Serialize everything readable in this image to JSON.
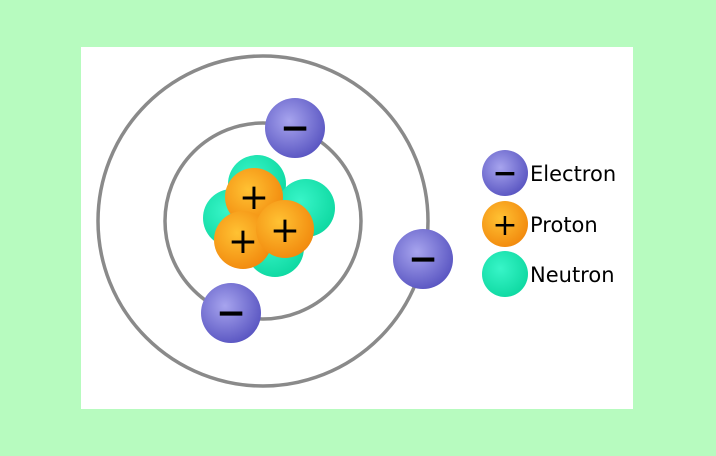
{
  "colors": {
    "page_background": "#b7fbbf",
    "panel_background": "#ffffff",
    "orbit_stroke": "#8a8a8a",
    "electron": "#6c68cc",
    "proton": "#f59a10",
    "neutron": "#1de6b0",
    "symbol": "#000000"
  },
  "nucleus": {
    "protons": 3,
    "neutrons": 4,
    "proton_symbol": "+"
  },
  "electrons": {
    "count": 3,
    "symbol": "−",
    "inner_shell_count": 2,
    "outer_shell_count": 1
  },
  "legend": {
    "items": [
      {
        "label": "Electron",
        "type": "electron",
        "symbol": "−"
      },
      {
        "label": "Proton",
        "type": "proton",
        "symbol": "+"
      },
      {
        "label": "Neutron",
        "type": "neutron",
        "symbol": ""
      }
    ]
  }
}
